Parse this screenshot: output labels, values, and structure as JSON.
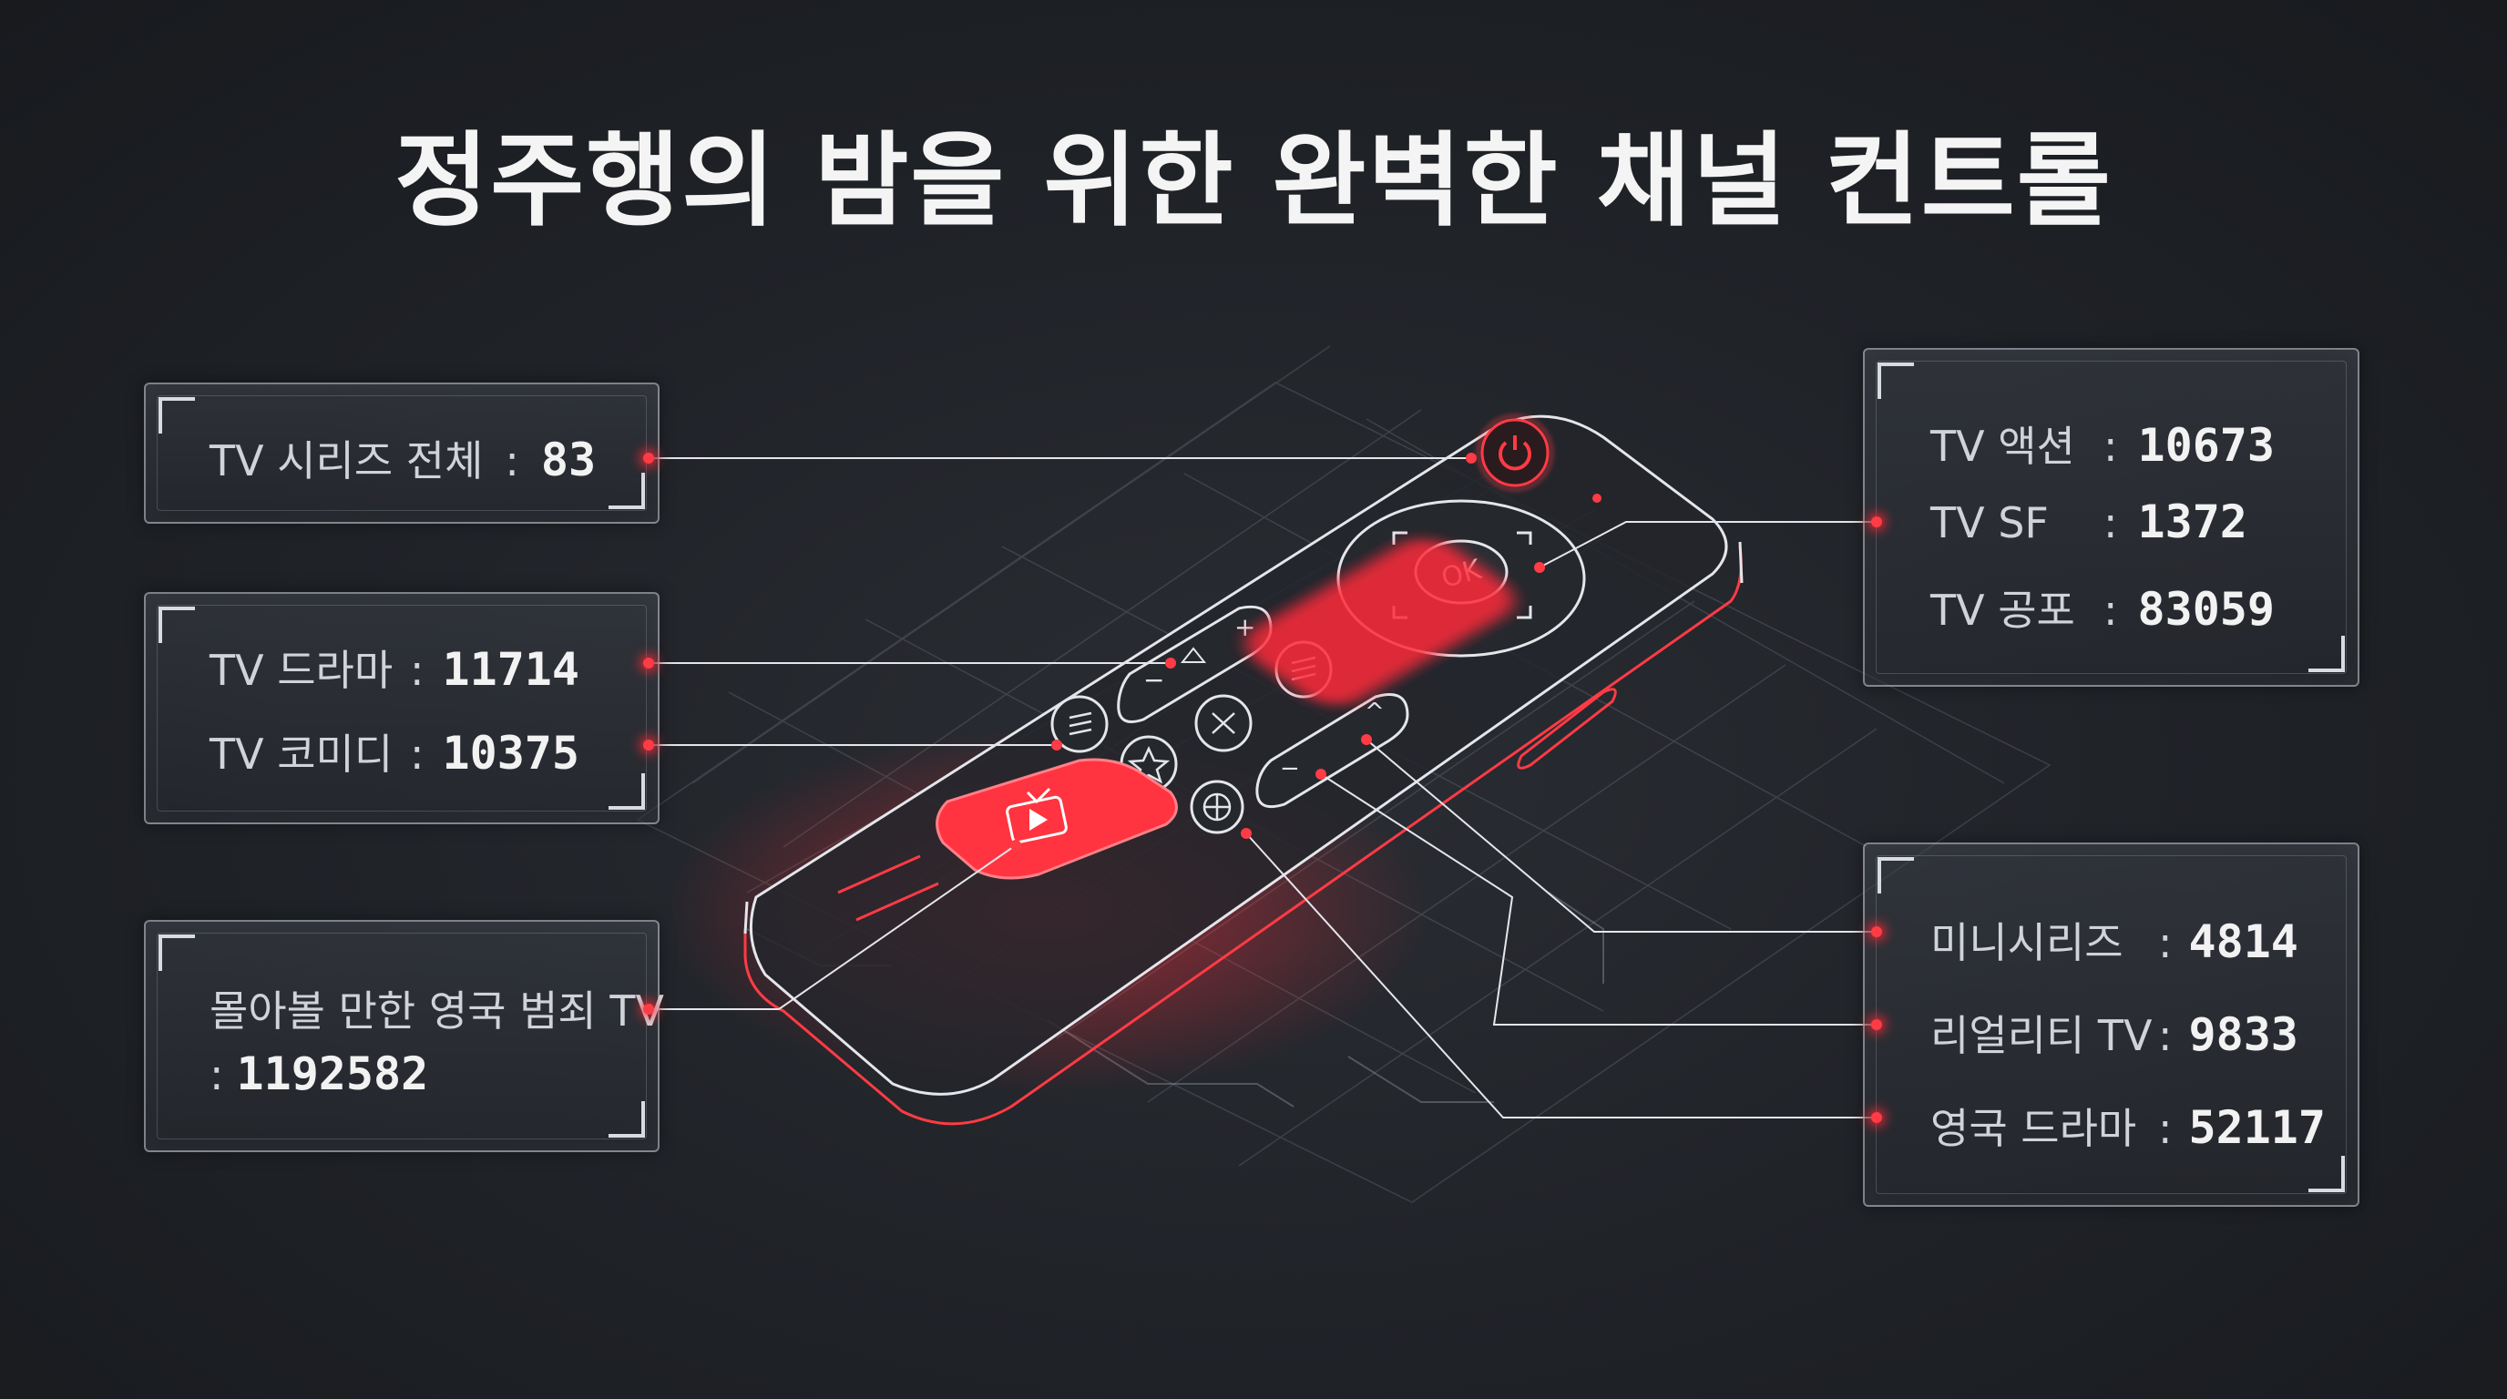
{
  "title": "정주행의 밤을 위한 완벽한 채널 컨트롤",
  "colors": {
    "accent": "#ff2a3a",
    "line": "#e4e6ea",
    "background": "#1f2227"
  },
  "remote": {
    "ok_label": "OK",
    "icons": [
      "power-icon",
      "tv-play-icon",
      "volume-plus-icon",
      "volume-minus-icon",
      "menu-icon",
      "list-icon",
      "star-icon",
      "settings-icon",
      "globe-icon",
      "channel-up-icon",
      "channel-down-icon"
    ]
  },
  "panels": {
    "tv_series_all": {
      "label": "TV 시리즈 전체",
      "sep": ":",
      "value": "83"
    },
    "drama_comedy": [
      {
        "label": "TV 드라마",
        "sep": ":",
        "value": "11714"
      },
      {
        "label": "TV 코미디",
        "sep": ":",
        "value": "10375"
      }
    ],
    "british_crime": {
      "label": "몰아볼 만한 영국 범죄 TV",
      "sep": ":",
      "value": "1192582"
    },
    "action_sf_horror": [
      {
        "label": "TV 액션",
        "sep": ":",
        "value": "10673"
      },
      {
        "label": "TV SF",
        "sep": ":",
        "value": "1372"
      },
      {
        "label": "TV 공포",
        "sep": ":",
        "value": "83059"
      }
    ],
    "mini_reality_british": [
      {
        "label": "미니시리즈",
        "sep": ":",
        "value": "4814"
      },
      {
        "label": "리얼리티 TV",
        "sep": ":",
        "value": "9833"
      },
      {
        "label": "영국 드라마",
        "sep": ":",
        "value": "52117"
      }
    ]
  }
}
